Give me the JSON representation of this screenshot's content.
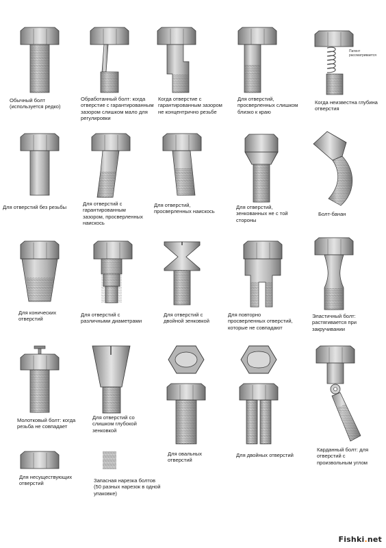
{
  "captions": {
    "plain": "Обычный болт\n(используется редко)",
    "machined": "Обработанный болт: когда\nотверстие с гарантированным\nзазором слишком мало для\nрегулировки",
    "offset": "Когда отверстие с\nгарантированным зазором\nне концентрично резьбе",
    "near_edge": "Для отверстий,\nпросверленных слишком\nблизко к краю",
    "unknown_depth": "Когда неизвестна глубина\nотверстия",
    "patent_note": "Патент\nрассматривается",
    "no_thread": "Для отверстий без резьбы",
    "clearance_slant": "Для отверстий с\nгарантированным\nзазором, просверленных\nнаискось",
    "slanted": "Для отверстий,\nпросверленных наискось",
    "countersunk_wrong": "Для отверстий,\nзенкованных не с той\nстороны",
    "banana": "Болт-банан",
    "tapered": "Для конических\nотверстий",
    "diff_diam": "Для отверстий с\nразличными диаметрами",
    "double_countersink": "Для отверстий с\nдвойной зенковкой",
    "misaligned": "Для повторно\nпросверленных отверстий,\nкоторые не совпадают",
    "elastic": "Эластичный болт:\nрастягивается при\nзакручивании",
    "hammer": "Молотковый болт: когда\nрезьба не совпадает",
    "deep_countersink": "Для отверстий со\nслишком глубокой\nзенковкой",
    "oval": "Для овальных\nотверстий",
    "double": "Для двойных отверстий",
    "cardan": "Карданный болт: для\nотверстий с\nпроизвольным углом",
    "nonexistent": "Для несуществующих\nотверстий",
    "spare_thread": "Запасная нарезка болтов\n(50 разных нарезок в одной\nупаковке)"
  },
  "watermark": {
    "name": "Fishki",
    "dot": ".",
    "tld": "net"
  },
  "colors": {
    "metal": "#c9c9c9",
    "metal_dark": "#8a8a8a",
    "outline": "#3a3a3a",
    "thread": "#9a9a9a"
  }
}
